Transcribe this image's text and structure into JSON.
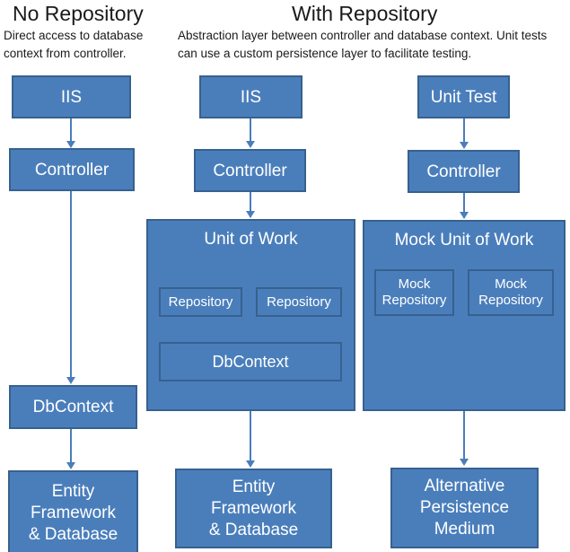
{
  "diagram": {
    "title_left": "No Repository",
    "title_right": "With Repository",
    "subtitle_left": "Direct access to database context from controller.",
    "subtitle_right": "Abstraction layer between controller and database context. Unit tests can use a custom persistence layer to facilitate testing.",
    "colors": {
      "box_fill": "#4a7ebb",
      "box_border": "#37618e",
      "box_text": "#ffffff",
      "connector": "#4a7ebb",
      "page_background": "#ffffff",
      "heading_text": "#1a1a1a"
    }
  },
  "columns": [
    {
      "name": "no-repository",
      "nodes": [
        {
          "id": "iis",
          "label": "IIS"
        },
        {
          "id": "controller",
          "label": "Controller"
        },
        {
          "id": "dbcontext",
          "label": "DbContext"
        },
        {
          "id": "entity-framework",
          "label": "Entity Framework & Database"
        }
      ]
    },
    {
      "name": "with-repository",
      "nodes": [
        {
          "id": "iis",
          "label": "IIS"
        },
        {
          "id": "controller",
          "label": "Controller"
        },
        {
          "id": "unit-of-work",
          "label": "Unit of Work"
        },
        {
          "id": "repository-1",
          "label": "Repository"
        },
        {
          "id": "repository-2",
          "label": "Repository"
        },
        {
          "id": "dbcontext",
          "label": "DbContext"
        },
        {
          "id": "entity-framework",
          "label": "Entity Framework & Database"
        }
      ]
    },
    {
      "name": "unit-test",
      "nodes": [
        {
          "id": "unit-test",
          "label": "Unit Test"
        },
        {
          "id": "controller",
          "label": "Controller"
        },
        {
          "id": "mock-unit-of-work",
          "label": "Mock Unit of Work"
        },
        {
          "id": "mock-repository-1",
          "label": "Mock Repository"
        },
        {
          "id": "mock-repository-2",
          "label": "Mock Repository"
        },
        {
          "id": "alternative-persistence",
          "label": "Alternative Persistence Medium"
        }
      ]
    }
  ],
  "labels": {
    "iis": "IIS",
    "controller": "Controller",
    "dbcontext": "DbContext",
    "entity_framework": "Entity\nFramework\n& Database",
    "entity_framework_line1": "Entity",
    "entity_framework_line2": "Framework",
    "entity_framework_line3": "& Database",
    "unit_of_work": "Unit of Work",
    "repository": "Repository",
    "unit_test": "Unit Test",
    "mock_unit_of_work": "Mock Unit of Work",
    "mock_repository_line1": "Mock",
    "mock_repository_line2": "Repository",
    "alternative_line1": "Alternative",
    "alternative_line2": "Persistence",
    "alternative_line3": "Medium"
  }
}
